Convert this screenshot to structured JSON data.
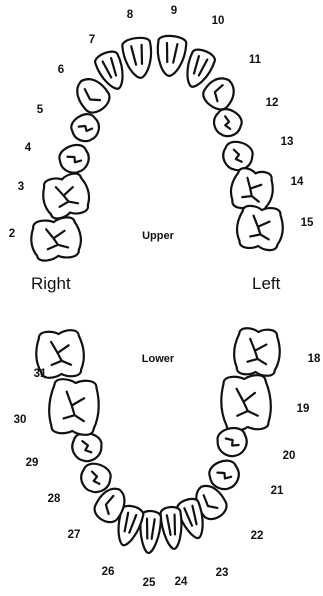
{
  "labels": {
    "upper": "Upper",
    "lower": "Lower",
    "right": "Right",
    "left": "Left"
  },
  "upper_teeth": [
    {
      "num": "2",
      "kind": "molar"
    },
    {
      "num": "3",
      "kind": "molar"
    },
    {
      "num": "4",
      "kind": "premolar"
    },
    {
      "num": "5",
      "kind": "premolar"
    },
    {
      "num": "6",
      "kind": "canine"
    },
    {
      "num": "7",
      "kind": "incisor"
    },
    {
      "num": "8",
      "kind": "incisor"
    },
    {
      "num": "9",
      "kind": "incisor"
    },
    {
      "num": "10",
      "kind": "incisor"
    },
    {
      "num": "11",
      "kind": "canine"
    },
    {
      "num": "12",
      "kind": "premolar"
    },
    {
      "num": "13",
      "kind": "premolar"
    },
    {
      "num": "14",
      "kind": "molar"
    },
    {
      "num": "15",
      "kind": "molar"
    }
  ],
  "lower_teeth": [
    {
      "num": "18",
      "kind": "molar"
    },
    {
      "num": "19",
      "kind": "molar"
    },
    {
      "num": "20",
      "kind": "premolar"
    },
    {
      "num": "21",
      "kind": "premolar"
    },
    {
      "num": "22",
      "kind": "canine"
    },
    {
      "num": "23",
      "kind": "incisor"
    },
    {
      "num": "24",
      "kind": "incisor"
    },
    {
      "num": "25",
      "kind": "incisor"
    },
    {
      "num": "26",
      "kind": "incisor"
    },
    {
      "num": "27",
      "kind": "canine"
    },
    {
      "num": "28",
      "kind": "premolar"
    },
    {
      "num": "29",
      "kind": "premolar"
    },
    {
      "num": "30",
      "kind": "molar"
    },
    {
      "num": "31",
      "kind": "molar"
    }
  ]
}
